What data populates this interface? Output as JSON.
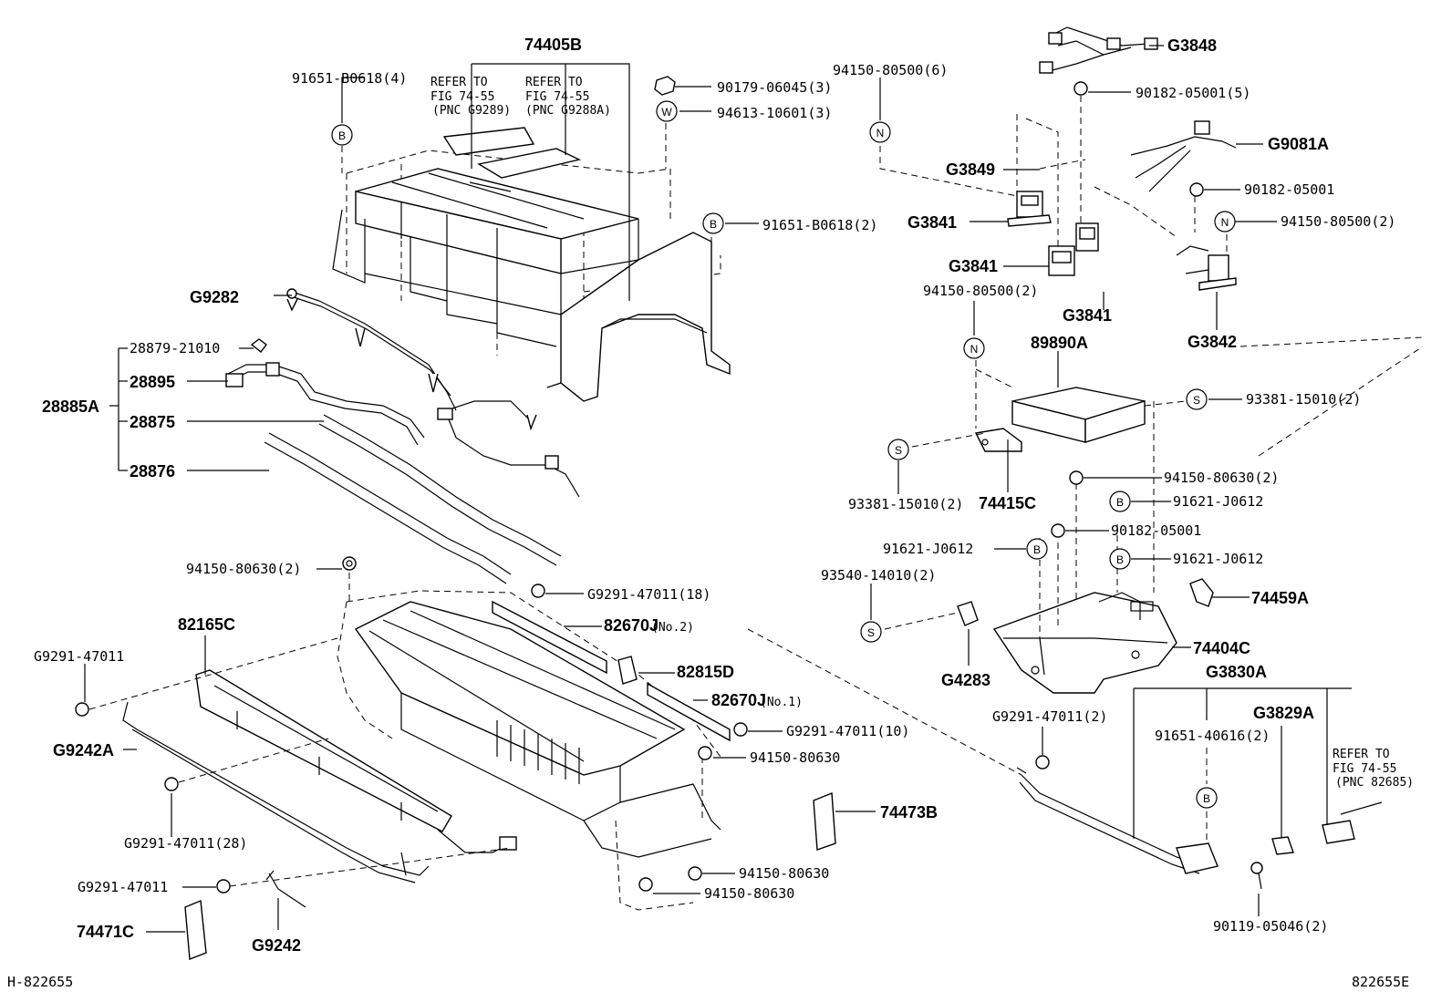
{
  "part_labels": {
    "p74405B": "74405B",
    "p91651_B0618_4": "91651-B0618(4)",
    "refer1_a": "REFER TO",
    "refer1_b": "FIG 74-55",
    "refer1_c": "(PNC G9289)",
    "refer2_a": "REFER TO",
    "refer2_b": "FIG 74-55",
    "refer2_c": "(PNC G9288A)",
    "p90179": "90179-06045(3)",
    "p94613": "94613-10601(3)",
    "p91651_B0618_2": "91651-B0618(2)",
    "pG9282": "G9282",
    "p28879": "28879-21010",
    "p28895": "28895",
    "p28885A": "28885A",
    "p28875": "28875",
    "p28876": "28876",
    "p94150_80630_2a": "94150-80630(2)",
    "pG9291_47011_18": "G9291-47011(18)",
    "p82165C": "82165C",
    "p82670J_2": "82670J",
    "no2": "(No.2)",
    "pG9291_47011_a": "G9291-47011",
    "p82815D": "82815D",
    "p82670J_1": "82670J",
    "no1": "(No.1)",
    "pG9242A": "G9242A",
    "pG9291_47011_10": "G9291-47011(10)",
    "p94150_80630_a": "94150-80630",
    "pG9291_47011_28": "G9291-47011(28)",
    "p74473B": "74473B",
    "p94150_80630_b": "94150-80630",
    "pG9291_47011_b": "G9291-47011",
    "p94150_80630_c": "94150-80630",
    "p74471C": "74471C",
    "pG9242": "G9242",
    "p94150_80500_6": "94150-80500(6)",
    "pG3848": "G3848",
    "p90182_05001_5": "90182-05001(5)",
    "pG9081A": "G9081A",
    "pG3849": "G3849",
    "p90182_05001_a": "90182-05001",
    "pG3841_a": "G3841",
    "p94150_80500_2a": "94150-80500(2)",
    "pG3841_b": "G3841",
    "p94150_80500_2b": "94150-80500(2)",
    "pG3841_c": "G3841",
    "pG3842": "G3842",
    "p89890A": "89890A",
    "p93381_15010_2a": "93381-15010(2)",
    "p93381_15010_2b": "93381-15010(2)",
    "p74415C": "74415C",
    "p94150_80630_2b": "94150-80630(2)",
    "p91621_J0612_a": "91621-J0612",
    "p90182_05001_b": "90182-05001",
    "p91621_J0612_b": "91621-J0612",
    "p91621_J0612_c": "91621-J0612",
    "p93540": "93540-14010(2)",
    "p74459A": "74459A",
    "pG4283": "G4283",
    "p74404C": "74404C",
    "pG3830A": "G3830A",
    "pG9291_47011_2": "G9291-47011(2)",
    "pG3829A": "G3829A",
    "p91651_40616_2": "91651-40616(2)",
    "refer3_a": "REFER TO",
    "refer3_b": "FIG 74-55",
    "refer3_c": "(PNC 82685)",
    "p90119": "90119-05046(2)"
  },
  "symbols": {
    "B": "B",
    "W": "W",
    "N": "N",
    "S": "S"
  },
  "footer": {
    "left_code": "H-822655",
    "right_code": "822655E"
  }
}
